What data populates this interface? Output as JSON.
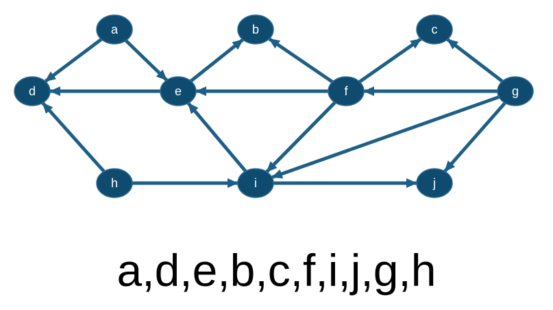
{
  "colors": {
    "node_fill": "#0e4b6f",
    "edge": "#1d5f86",
    "label": "#ffffff",
    "order_text": "#000000"
  },
  "graph": {
    "nodes": [
      {
        "id": "a",
        "label": "a"
      },
      {
        "id": "b",
        "label": "b"
      },
      {
        "id": "c",
        "label": "c"
      },
      {
        "id": "d",
        "label": "d"
      },
      {
        "id": "e",
        "label": "e"
      },
      {
        "id": "f",
        "label": "f"
      },
      {
        "id": "g",
        "label": "g"
      },
      {
        "id": "h",
        "label": "h"
      },
      {
        "id": "i",
        "label": "i"
      },
      {
        "id": "j",
        "label": "j"
      }
    ],
    "edges": [
      {
        "from": "a",
        "to": "d"
      },
      {
        "from": "a",
        "to": "e"
      },
      {
        "from": "e",
        "to": "d"
      },
      {
        "from": "e",
        "to": "b"
      },
      {
        "from": "f",
        "to": "b"
      },
      {
        "from": "f",
        "to": "e"
      },
      {
        "from": "f",
        "to": "c"
      },
      {
        "from": "f",
        "to": "i"
      },
      {
        "from": "g",
        "to": "c"
      },
      {
        "from": "g",
        "to": "f"
      },
      {
        "from": "g",
        "to": "i"
      },
      {
        "from": "g",
        "to": "j"
      },
      {
        "from": "h",
        "to": "d"
      },
      {
        "from": "h",
        "to": "i"
      },
      {
        "from": "i",
        "to": "e"
      },
      {
        "from": "i",
        "to": "j"
      }
    ]
  },
  "order": {
    "text": "a,d,e,b,c,f,i,j,g,h"
  }
}
